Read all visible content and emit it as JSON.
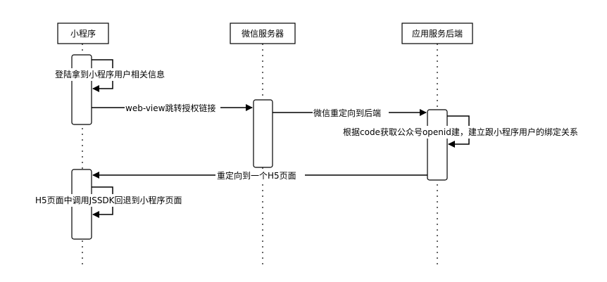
{
  "participants": [
    {
      "id": "mini",
      "label": "小程序"
    },
    {
      "id": "wechat",
      "label": "微信服务器"
    },
    {
      "id": "backend",
      "label": "应用服务后端"
    }
  ],
  "messages": [
    {
      "id": "m1",
      "label": "登陆拿到小程序用户相关信息",
      "from": "mini",
      "to": "mini"
    },
    {
      "id": "m2",
      "label": "web-view跳转授权链接",
      "from": "mini",
      "to": "wechat"
    },
    {
      "id": "m3",
      "label": "微信重定向到后端",
      "from": "wechat",
      "to": "backend"
    },
    {
      "id": "m4",
      "label": "根据code获取公众号openid建，建立跟小程序用户的绑定关系",
      "from": "backend",
      "to": "backend"
    },
    {
      "id": "m5",
      "label": "重定向到一个H5页面",
      "from": "backend",
      "to": "mini"
    },
    {
      "id": "m6",
      "label": "H5页面中调用JSSDK回退到小程序页面",
      "from": "mini",
      "to": "mini"
    }
  ]
}
